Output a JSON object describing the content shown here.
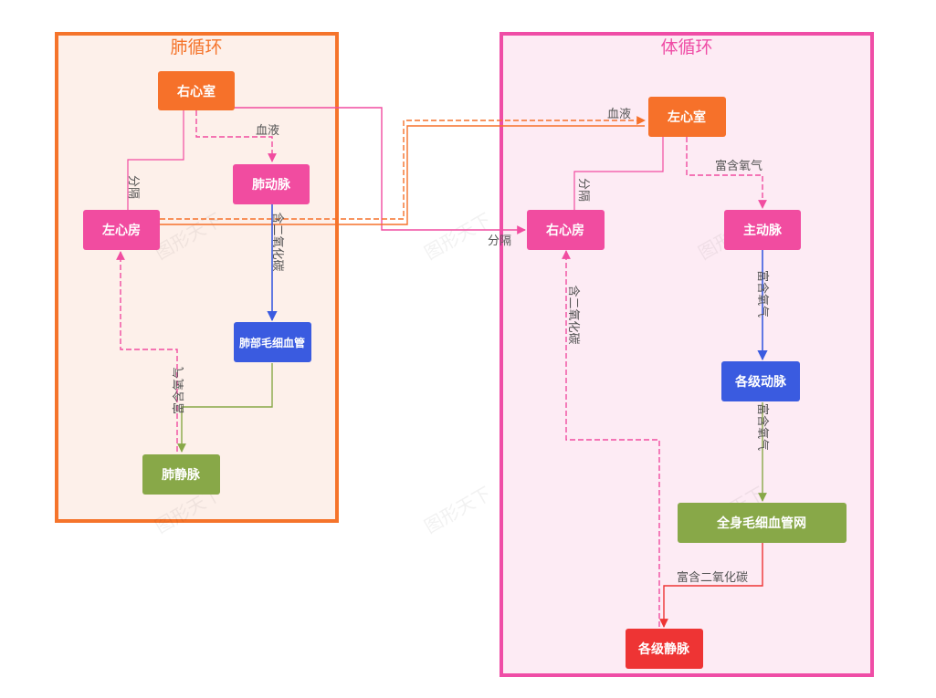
{
  "colors": {
    "pulmonary_frame": "#f5742b",
    "pulmonary_fill": "#fdf0ea",
    "systemic_frame": "#ef4da6",
    "systemic_fill": "#fdebf4",
    "orange": "#f6712a",
    "pink": "#f14ca0",
    "blue": "#3a5be0",
    "green": "#88a848",
    "red": "#ee3434",
    "label": "#555555"
  },
  "groups": {
    "pulmonary": {
      "title": "肺循环"
    },
    "systemic": {
      "title": "体循环"
    }
  },
  "nodes": {
    "rv": {
      "label": "右心室"
    },
    "pa": {
      "label": "肺动脉"
    },
    "la": {
      "label": "左心房"
    },
    "pc": {
      "label": "肺部毛细血管"
    },
    "pv": {
      "label": "肺静脉"
    },
    "lv": {
      "label": "左心室"
    },
    "ra": {
      "label": "右心房"
    },
    "ao": {
      "label": "主动脉"
    },
    "arteries": {
      "label": "各级动脉"
    },
    "capnet": {
      "label": "全身毛细血管网"
    },
    "veins": {
      "label": "各级静脉"
    }
  },
  "edge_labels": {
    "rv_pa": "血液",
    "rv_la": "分隔",
    "pa_pc": "含二氧化碳",
    "pc_pv": "富含氧气",
    "la_lv": "血液",
    "rv_ra": "分隔",
    "lv_ra": "分隔",
    "lv_ao": "富含氧气",
    "ao_arteries": "富含氧气",
    "arteries_capnet": "富含氧气",
    "capnet_veins": "富含二氧化碳",
    "veins_ra": "含二氧化碳"
  },
  "watermark": "图形天下"
}
